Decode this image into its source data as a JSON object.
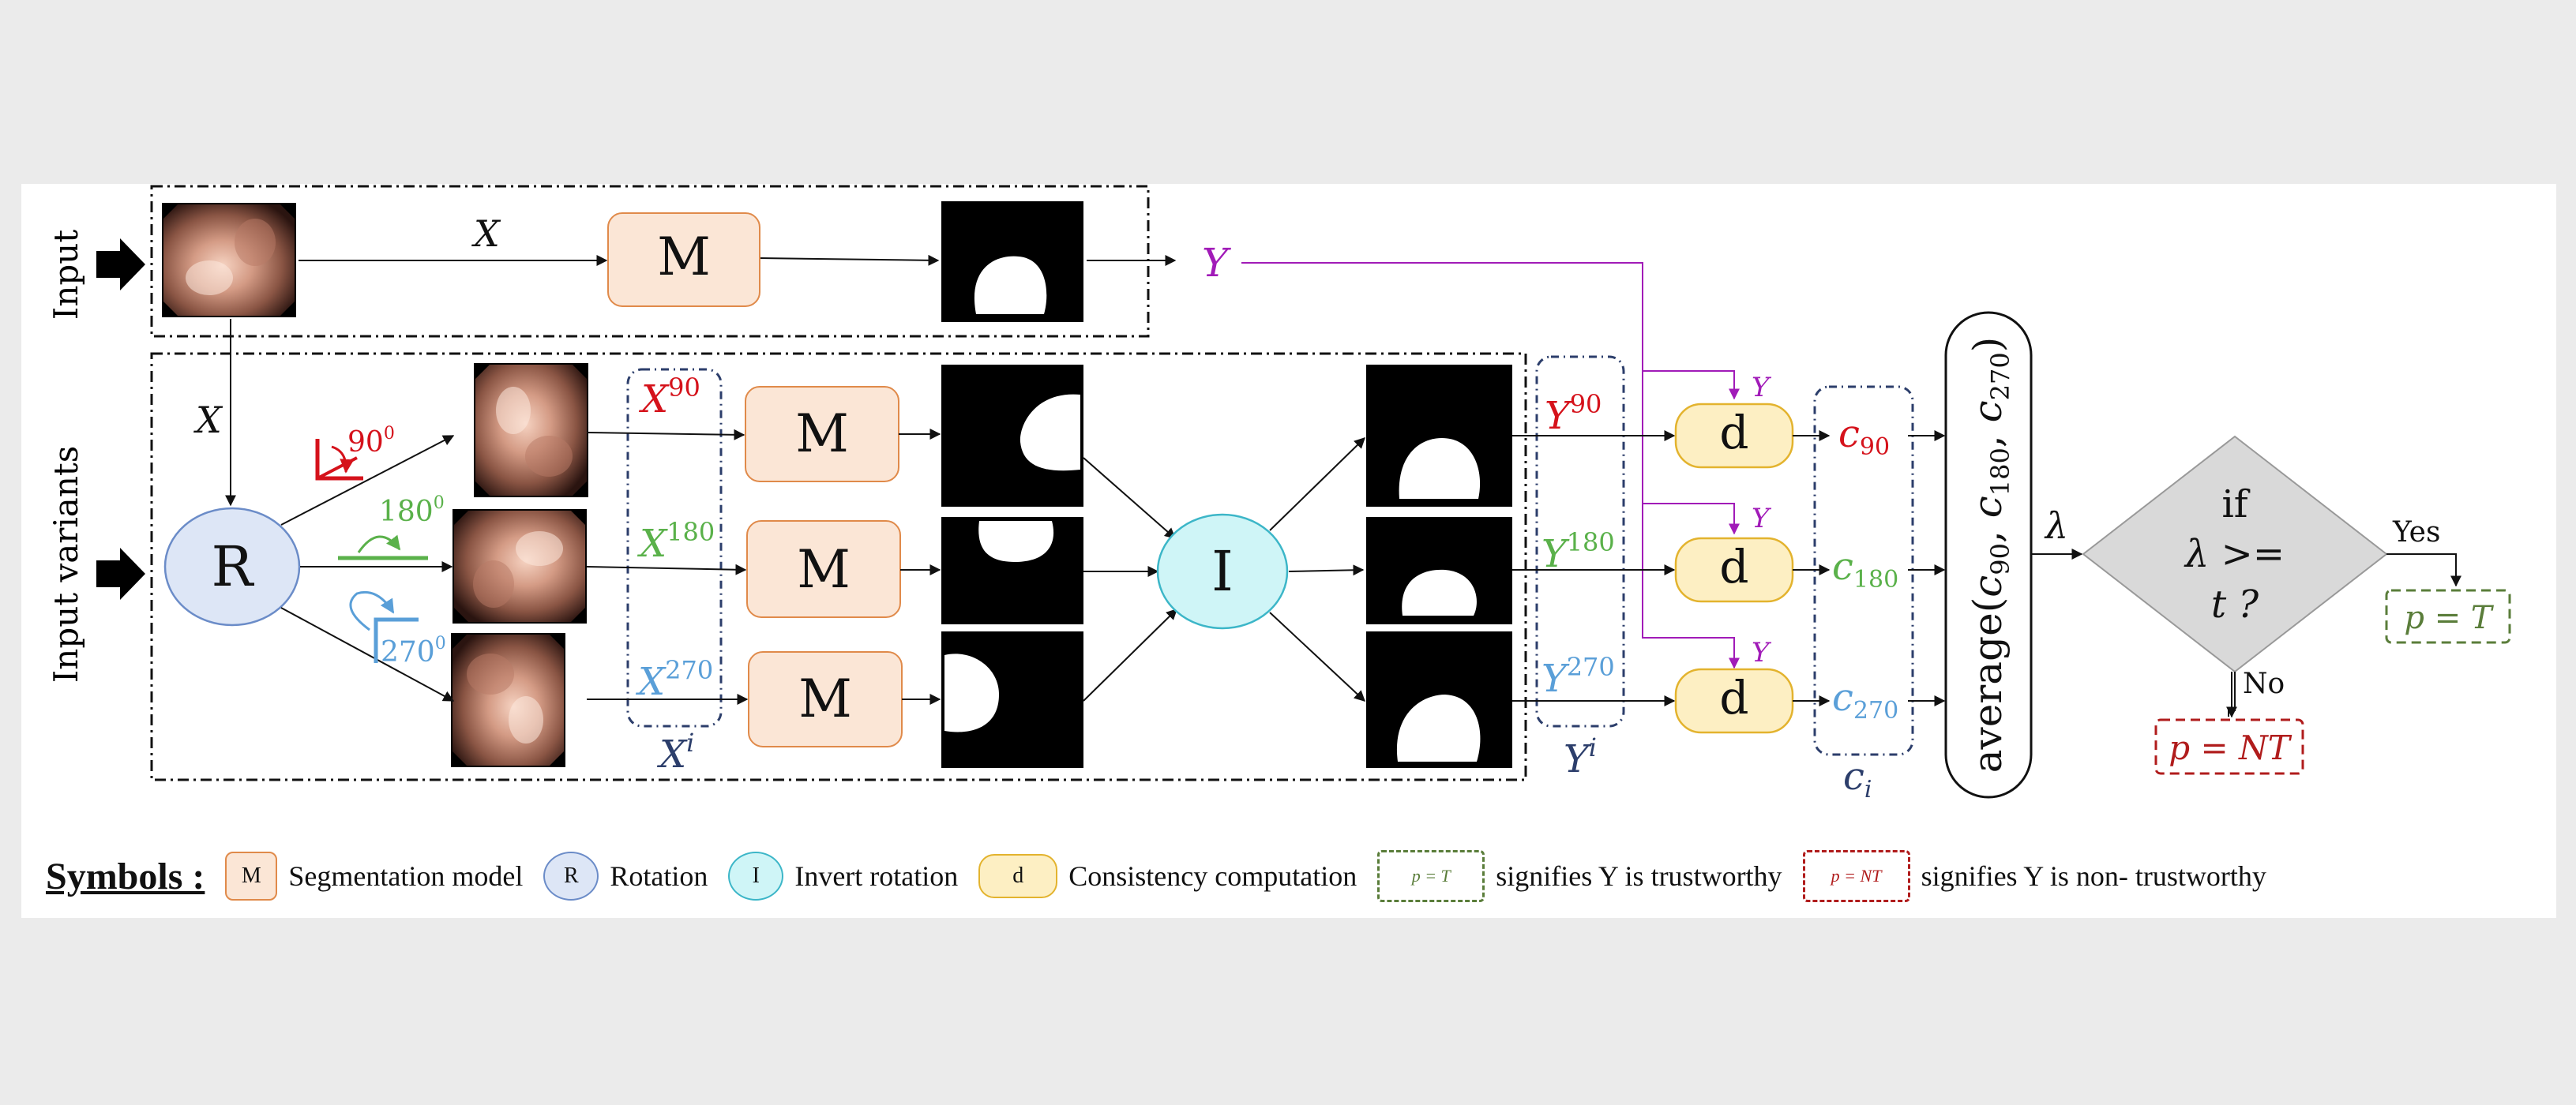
{
  "rows": {
    "input": "Input",
    "variants": "Input variants"
  },
  "labels": {
    "x": "X",
    "y": "Y",
    "x90_base": "X",
    "x90_sup": "90",
    "x180_base": "X",
    "x180_sup": "180",
    "x270_base": "X",
    "x270_sup": "270",
    "xi_base": "X",
    "xi_sup": "i",
    "y90_base": "Y",
    "y90_sup": "90",
    "y180_base": "Y",
    "y180_sup": "180",
    "y270_base": "Y",
    "y270_sup": "270",
    "yi_base": "Y",
    "yi_sup": "i",
    "c90_base": "c",
    "c90_sub": "90",
    "c180_base": "c",
    "c180_sub": "180",
    "c270_base": "c",
    "c270_sub": "270",
    "ci_base": "c",
    "ci_sub": "i",
    "rot90_num": "90",
    "rot90_deg": "0",
    "rot180_num": "180",
    "rot180_deg": "0",
    "rot270_num": "270",
    "rot270_deg": "0",
    "lambda": "λ",
    "average": "average(c90, c180, c270)",
    "avg_prefix": "average(",
    "avg_c": "c",
    "avg_s1": "90",
    "avg_s2": "180",
    "avg_s3": "270",
    "avg_sep": ", ",
    "avg_close": ")"
  },
  "nodes": {
    "M": "M",
    "R": "R",
    "I": "I",
    "d": "d"
  },
  "decision": {
    "line1": "if",
    "line2": "λ >=",
    "line3": "t ?",
    "yes": "Yes",
    "no": "No"
  },
  "outcomes": {
    "trust": "p = T",
    "nontrust": "p = NT"
  },
  "legend": {
    "title": "Symbols :",
    "items": [
      {
        "symbol": "M",
        "text": "Segmentation model"
      },
      {
        "symbol": "R",
        "text": "Rotation"
      },
      {
        "symbol": "I",
        "text": "Invert rotation"
      },
      {
        "symbol": "d",
        "text": "Consistency computation"
      },
      {
        "symbol": "p = T",
        "text": "signifies Y is trustworthy"
      },
      {
        "symbol": "p = NT",
        "text": "signifies Y is non- trustworthy"
      }
    ]
  },
  "colors": {
    "red": "#d5121b",
    "green": "#5ab14a",
    "blue": "#5a9fd8",
    "purple": "#a11bb8",
    "navy": "#2c3e6b",
    "m_fill": "#fbe6d6",
    "m_stroke": "#e08a4a",
    "r_fill": "#dde6f6",
    "r_stroke": "#6b8cc8",
    "i_fill": "#cff5f7",
    "i_stroke": "#3cb6c8",
    "d_fill": "#fdefc3",
    "d_stroke": "#e3b32e",
    "diamond": "#d9d9d9",
    "trust": "#5a7d3a",
    "nontrust": "#b01c1c"
  },
  "images": {
    "endoscopy": [
      "endoscopy-input-frame",
      "endoscopy-rotated-90",
      "endoscopy-rotated-180",
      "endoscopy-rotated-270"
    ],
    "masks": [
      "mask-prediction-y",
      "mask-rotated-90",
      "mask-rotated-180",
      "mask-rotated-270",
      "mask-inverted-90",
      "mask-inverted-180",
      "mask-inverted-270"
    ]
  }
}
